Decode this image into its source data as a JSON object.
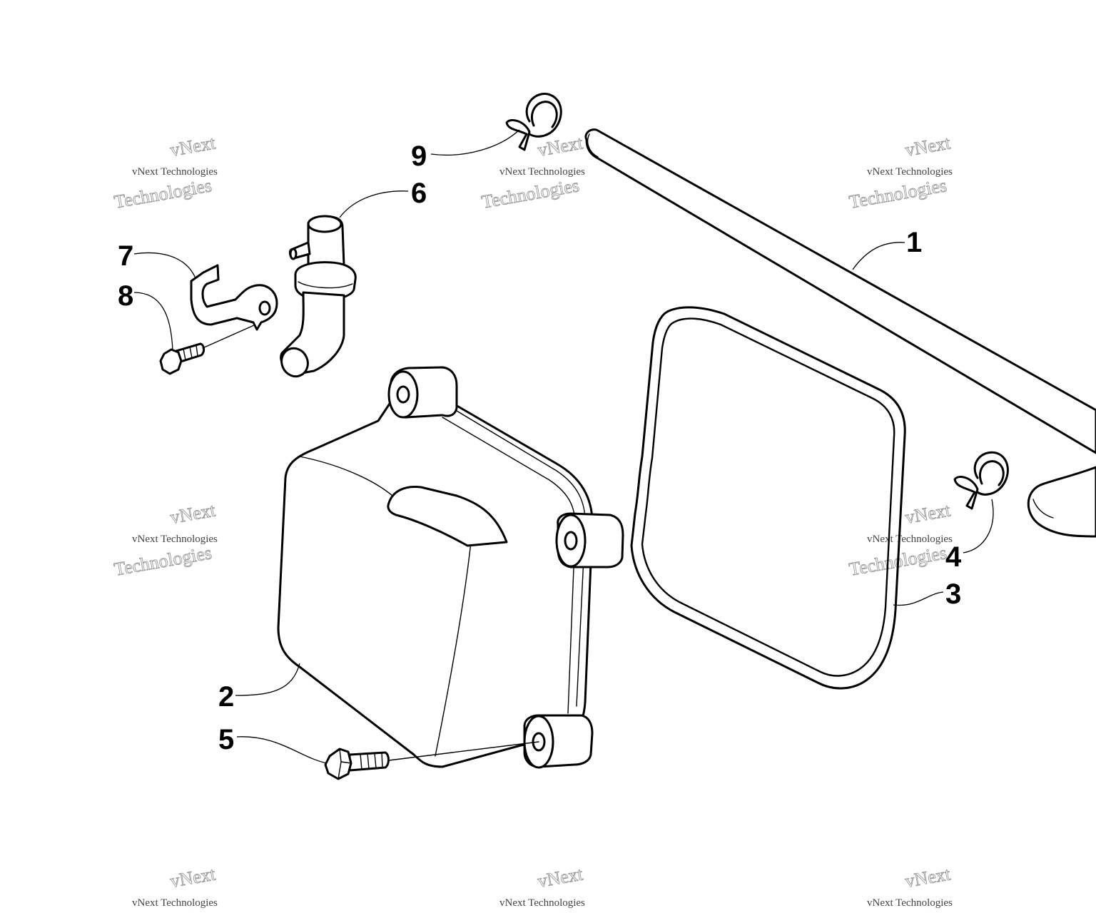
{
  "watermark": {
    "line_top": "vNext",
    "line_small": "vNext Technologies",
    "line_big": "Technologies"
  },
  "callouts": {
    "c1": "1",
    "c2": "2",
    "c3": "3",
    "c4": "4",
    "c5": "5",
    "c6": "6",
    "c7": "7",
    "c8": "8",
    "c9": "9"
  }
}
